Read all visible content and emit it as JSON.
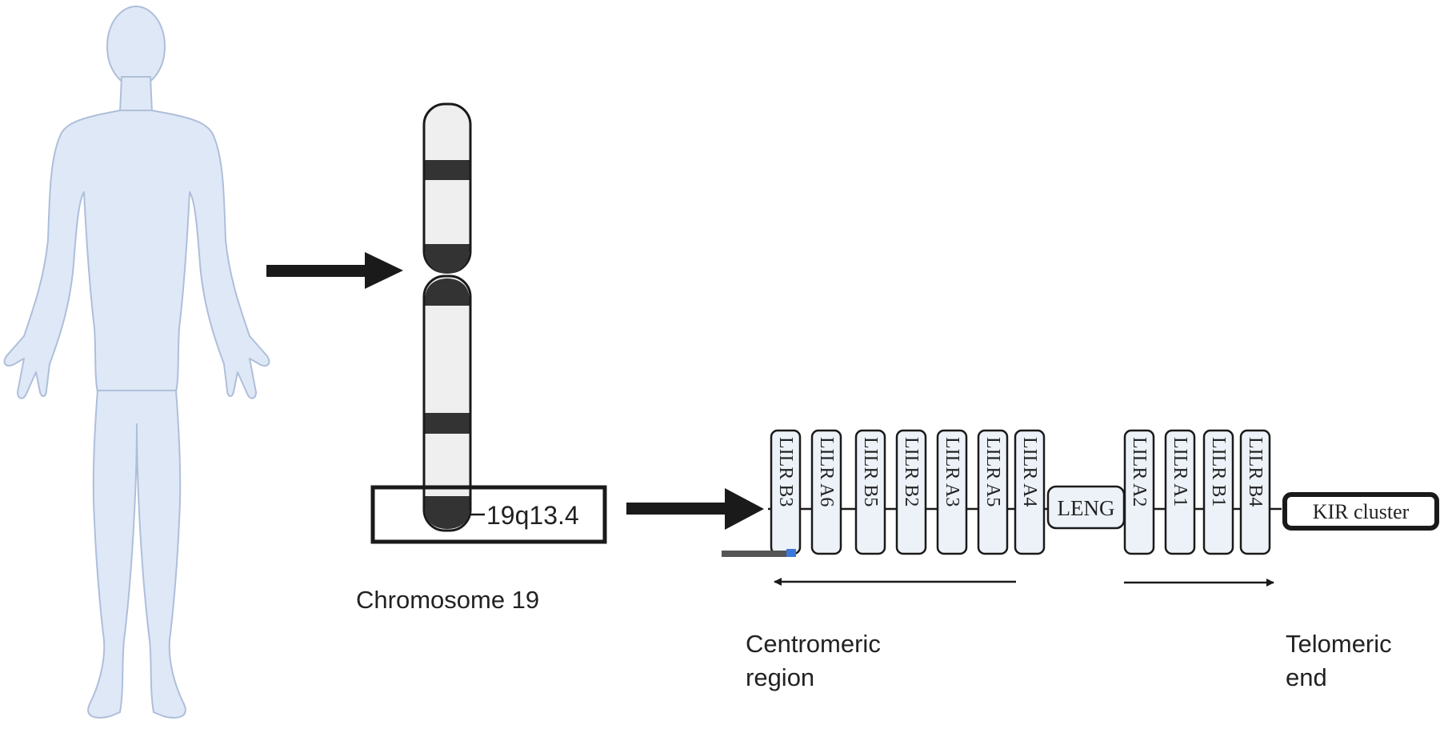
{
  "chromosome": {
    "band_label": "19q13.4",
    "caption": "Chromosome 19"
  },
  "gene_cluster": {
    "genes_centromeric": [
      "LILR B3",
      "LILR A6",
      "LILR B5",
      "LILR B2",
      "LILR A3",
      "LILR A5",
      "LILR A4"
    ],
    "middle_gene": "LENG",
    "genes_telomeric": [
      "LILR A2",
      "LILR A1",
      "LILR B1",
      "LILR B4"
    ],
    "end_gene": "KIR cluster"
  },
  "region_labels": {
    "centromeric": [
      "Centromeric",
      "region"
    ],
    "telomeric": [
      "Telomeric",
      "end"
    ]
  },
  "colors": {
    "body_fill": "#dfe8f6",
    "body_stroke": "#aebfda",
    "chromosome_light": "#efefef",
    "chromosome_band": "#333333",
    "gene_box_fill": "#edf2f9",
    "outline": "#1a1a1a",
    "text": "#222222"
  },
  "icons": [
    "human-body-silhouette",
    "right-arrow",
    "left-arrow"
  ]
}
